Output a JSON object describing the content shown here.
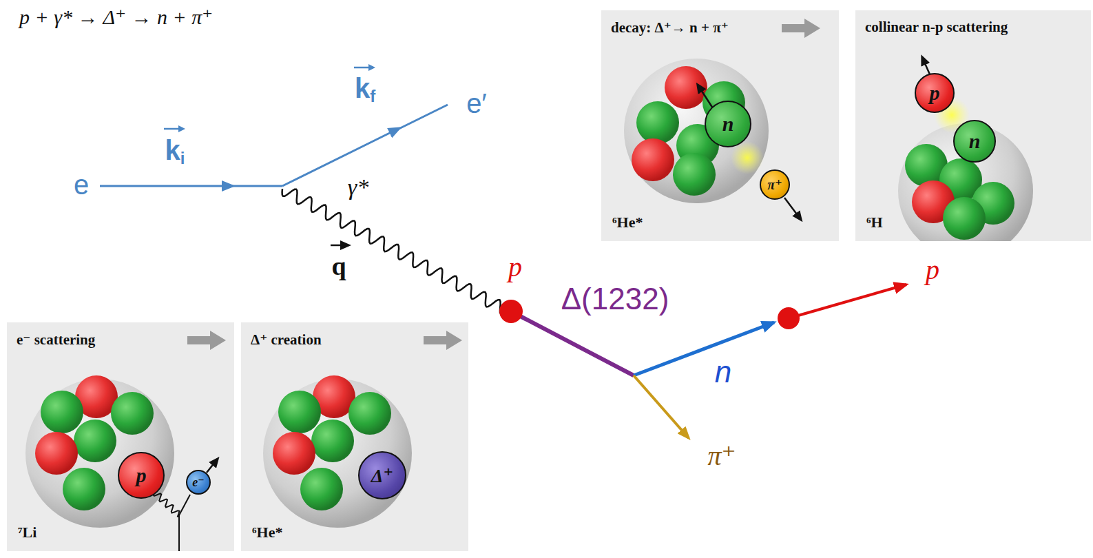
{
  "diagram": {
    "nodes": [
      {
        "text": [
          "e⁻ scattering",
          "⁷Li"
        ]
      },
      {
        "text": [
          "p"
        ],
        "in": 0
      },
      {
        "text": [
          "e⁻"
        ],
        "in": 0
      },
      {
        "text": [
          "Δ⁺ creation",
          "⁶He*"
        ]
      },
      {
        "text": [
          "Δ⁺"
        ],
        "in": 3
      },
      {
        "text": [
          "decay: Δ⁺→ n + π⁺",
          "⁶He*"
        ]
      },
      {
        "text": [
          "n"
        ],
        "in": 5
      },
      {
        "text": [
          "π⁺"
        ],
        "in": 5
      },
      {
        "text": [
          "collinear n-p scattering",
          "⁶H"
        ]
      },
      {
        "text": [
          "p"
        ],
        "in": 8
      },
      {
        "text": [
          "n"
        ],
        "in": 8
      }
    ],
    "labels": [
      "p + γ* → Δ⁺ → n + π⁺",
      "e",
      "ki",
      "e′",
      "kf",
      "γ*",
      "q",
      "p",
      "Δ(1232)",
      "n",
      "π⁺",
      "p"
    ]
  }
}
